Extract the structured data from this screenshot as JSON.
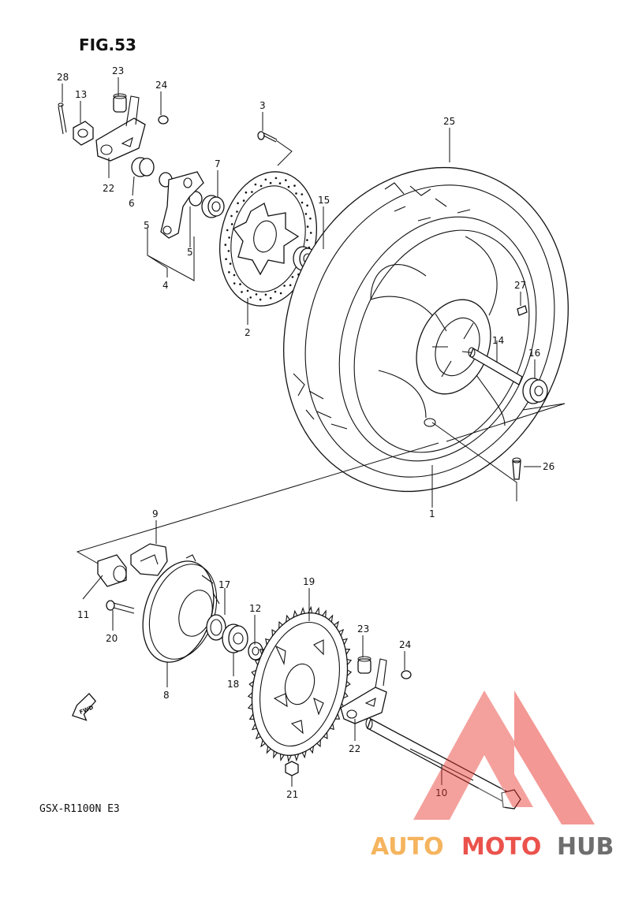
{
  "figure": {
    "title": "FIG.53",
    "model_label": "GSX-R1100N E3",
    "fwd_label": "FWD"
  },
  "callouts": [
    "28",
    "13",
    "23",
    "24",
    "22",
    "6",
    "5",
    "5",
    "4",
    "7",
    "3",
    "2",
    "15",
    "25",
    "27",
    "14",
    "16",
    "26",
    "1",
    "9",
    "11",
    "20",
    "17",
    "12",
    "18",
    "8",
    "19",
    "23",
    "24",
    "22",
    "21",
    "10"
  ],
  "watermark": {
    "part1": "AUTO",
    "part2": "MOTO",
    "part3": "HUB",
    "color_red": "#e8352d",
    "color_orange": "#f4a742",
    "color_grey": "#555555"
  }
}
